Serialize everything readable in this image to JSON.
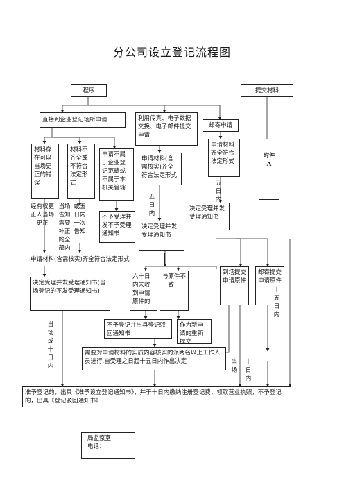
{
  "title": "分公司设立登记流程图",
  "nodes": {
    "program": "程序",
    "submit": "提交材料",
    "direct": "直接到企业登记场所申请",
    "electronic": "利用传真、电子数据交换、电子邮件提交申请",
    "mail": "邮寄申请",
    "correctable": "材料存在可以当场更正的错误",
    "incomplete": "材料不齐全或不符合法定形式",
    "not_belong": "申请不属于企业登记范畴或不属于本机关管辖",
    "e_complete": "申请材料(含需核实)齐全符合法定形式",
    "mail_complete": "申请材料齐全符合法定形式",
    "attachment": "附件A",
    "not_accept": "不予受理并发不予受理通知书",
    "e_accept": "决定受理并发受理通知书",
    "mail_accept": "决定受理并发受理通知书",
    "complete_bar": "申请材料(含需核实)齐全符合法定形式",
    "accept_main": "决定受理并发受理通知书(当场登记的不发受理通知书)",
    "sixty_days": "六十日内未收到申请原件的",
    "mismatch": "与原件不一致",
    "arrive": "到场提交申请原件",
    "post_original": "邮寄提交申请原件",
    "reject": "不予登记并出具登记驳回通知书",
    "renew": "作为新申请的重新提交",
    "verify": "需要对申请材料的实质内容核实的派两名以上工作人员进行,自受理之日起十五日内作出决定",
    "final": "准予登记的，出具《准予设立登记通知书》，并于十日内缴纳注册登记费，领取营业执照，不予登记的，出具《登记驳回通知书》",
    "office": "局监察室\n电话："
  },
  "labels": {
    "correct_on_spot": "经有权更正人当场更正",
    "notify": "当场告知需要补正的全部内容",
    "or_once": "或五日内一次告知",
    "five_days_a": "五日内",
    "five_days_b": "五日内",
    "fifteen_days": "十五日内",
    "spot_or_ten": "当场或十日内",
    "spot": "当场",
    "ten_days": "十日内"
  }
}
